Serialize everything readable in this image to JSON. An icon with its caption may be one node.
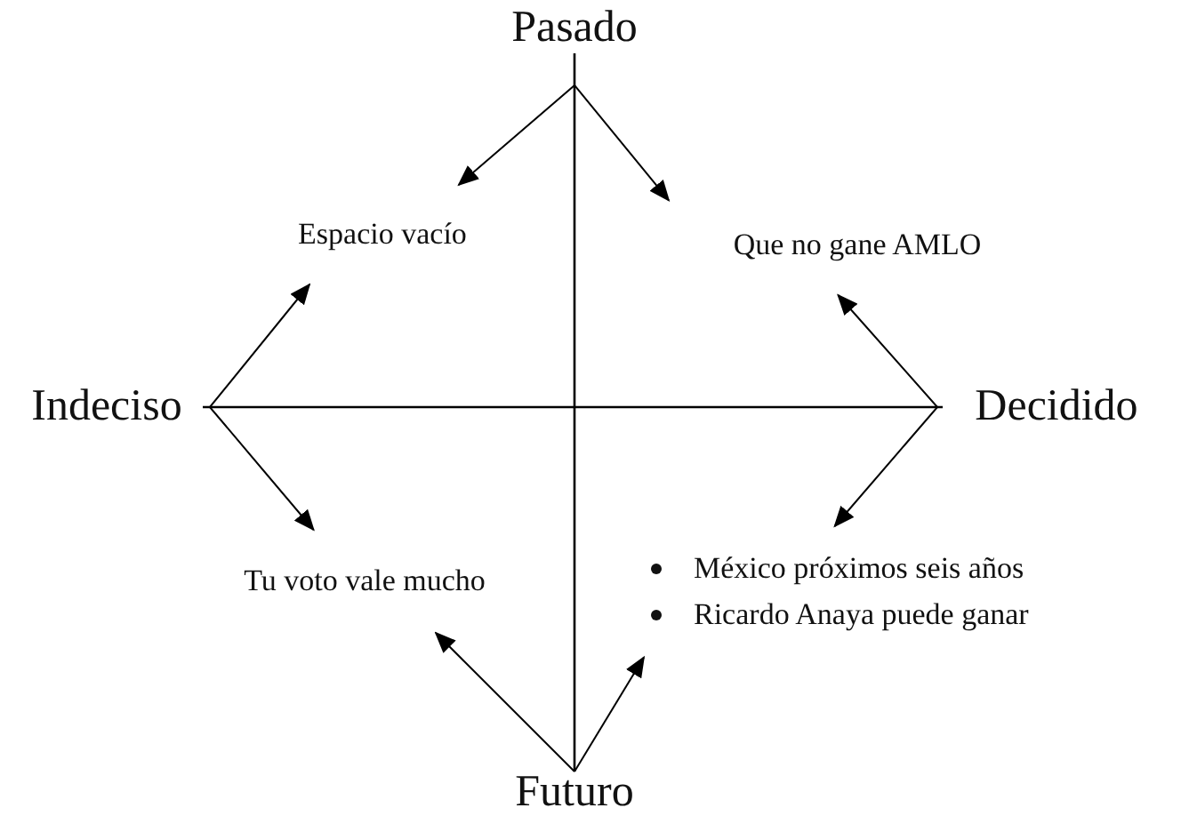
{
  "diagram": {
    "nodes": [
      {
        "text": [
          "Pasado"
        ]
      },
      {
        "text": [
          "Espacio vacío"
        ]
      },
      {
        "text": [
          "Que no gane AMLO"
        ]
      },
      {
        "text": [
          "Indeciso"
        ]
      },
      {
        "text": [
          "Decidido"
        ]
      },
      {
        "text": [
          "Tu voto vale mucho"
        ]
      },
      {
        "text": [
          "México próximos seis años",
          "Ricardo Anaya puede ganar"
        ]
      },
      {
        "text": [
          "Futuro"
        ]
      }
    ],
    "edges": [
      {
        "from": 0,
        "to": 7,
        "arrow": "none"
      },
      {
        "from": 3,
        "to": 4,
        "arrow": "none"
      },
      {
        "from": 0,
        "to": 1,
        "arrow": "to"
      },
      {
        "from": 0,
        "to": 2,
        "arrow": "to"
      },
      {
        "from": 3,
        "to": 1,
        "arrow": "to"
      },
      {
        "from": 3,
        "to": 5,
        "arrow": "to"
      },
      {
        "from": 4,
        "to": 2,
        "arrow": "to"
      },
      {
        "from": 4,
        "to": 6,
        "arrow": "to"
      },
      {
        "from": 7,
        "to": 5,
        "arrow": "to"
      },
      {
        "from": 7,
        "to": 6,
        "arrow": "to"
      }
    ]
  }
}
